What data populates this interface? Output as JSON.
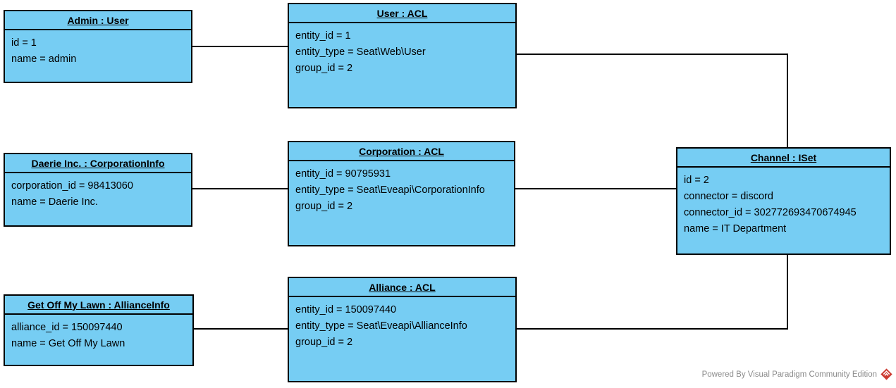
{
  "colors": {
    "node_fill": "#76cdf3",
    "node_border": "#000000",
    "edge": "#000000",
    "watermark_text": "#8c8c8c",
    "logo_red": "#cc3a31"
  },
  "nodes": {
    "admin_user": {
      "title": "Admin : User",
      "attributes": [
        "id = 1",
        "name = admin"
      ]
    },
    "user_acl": {
      "title": "User : ACL",
      "attributes": [
        "entity_id = 1",
        "entity_type = Seat\\Web\\User",
        "group_id = 2"
      ]
    },
    "daerie_corporationinfo": {
      "title": "Daerie Inc. : CorporationInfo",
      "attributes": [
        "corporation_id = 98413060",
        "name = Daerie Inc."
      ]
    },
    "corporation_acl": {
      "title": "Corporation : ACL",
      "attributes": [
        "entity_id = 90795931",
        "entity_type = Seat\\Eveapi\\CorporationInfo",
        "group_id = 2"
      ]
    },
    "channel_iset": {
      "title": "Channel : ISet",
      "attributes": [
        "id = 2",
        "connector = discord",
        "connector_id = 302772693470674945",
        "name = IT Department"
      ]
    },
    "getoffmylawn_allianceinfo": {
      "title": "Get Off My Lawn : AllianceInfo",
      "attributes": [
        "alliance_id = 150097440",
        "name = Get Off My Lawn"
      ]
    },
    "alliance_acl": {
      "title": "Alliance : ACL",
      "attributes": [
        "entity_id = 150097440",
        "entity_type = Seat\\Eveapi\\AllianceInfo",
        "group_id = 2"
      ]
    }
  },
  "watermark": {
    "text": "Powered By Visual Paradigm Community Edition"
  }
}
